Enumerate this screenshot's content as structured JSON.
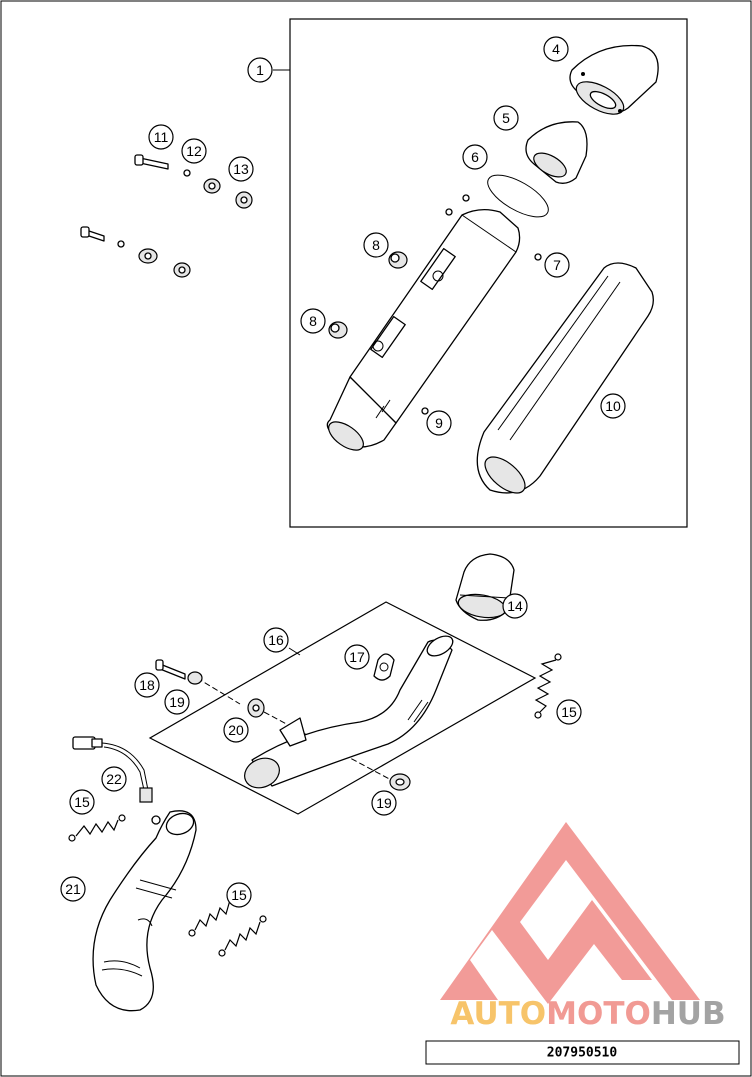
{
  "diagram": {
    "callouts": [
      {
        "id": "c1",
        "label": "1"
      },
      {
        "id": "c4",
        "label": "4"
      },
      {
        "id": "c5",
        "label": "5"
      },
      {
        "id": "c6",
        "label": "6"
      },
      {
        "id": "c7",
        "label": "7"
      },
      {
        "id": "c8a",
        "label": "8"
      },
      {
        "id": "c8b",
        "label": "8"
      },
      {
        "id": "c9",
        "label": "9"
      },
      {
        "id": "c10",
        "label": "10"
      },
      {
        "id": "c11",
        "label": "11"
      },
      {
        "id": "c12",
        "label": "12"
      },
      {
        "id": "c13",
        "label": "13"
      },
      {
        "id": "c14",
        "label": "14"
      },
      {
        "id": "c15a",
        "label": "15"
      },
      {
        "id": "c15b",
        "label": "15"
      },
      {
        "id": "c15c",
        "label": "15"
      },
      {
        "id": "c16",
        "label": "16"
      },
      {
        "id": "c17",
        "label": "17"
      },
      {
        "id": "c18",
        "label": "18"
      },
      {
        "id": "c19a",
        "label": "19"
      },
      {
        "id": "c19b",
        "label": "19"
      },
      {
        "id": "c20",
        "label": "20"
      },
      {
        "id": "c21",
        "label": "21"
      },
      {
        "id": "c22",
        "label": "22"
      }
    ],
    "part_number": "207950510"
  },
  "watermark": {
    "word_part1": "AUTO",
    "word_part2": "MOTO",
    "word_part3": "HUB",
    "colors": {
      "part1": "#f7c46a",
      "part2": "#f19a94",
      "part3": "#a3a3a3",
      "logo": "#f08a86"
    }
  }
}
